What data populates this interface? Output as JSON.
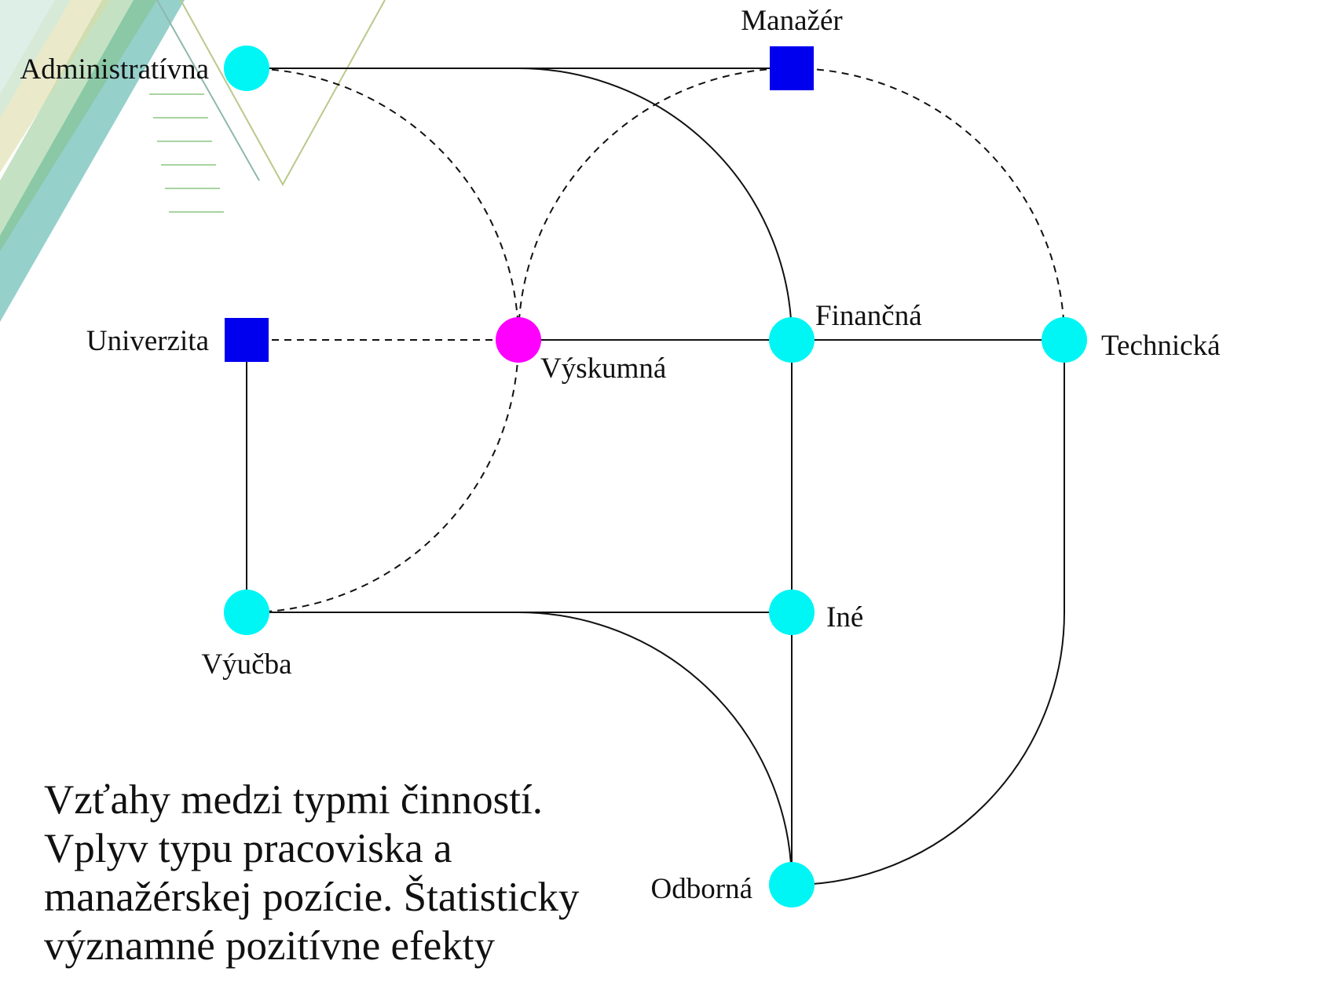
{
  "colors": {
    "activity_node": "#00f5f5",
    "research_node": "#ff00ff",
    "square_node": "#0000ee",
    "edge": "#111111",
    "deco_green": "#7cbf7a",
    "deco_teal": "#3fa9a0",
    "deco_yellow": "#d9d9a0"
  },
  "diagram": {
    "edge_styles": {
      "solid": "solid",
      "dashed": "dashed"
    },
    "nodes": [
      {
        "id": "administrativna",
        "label": "Administratívna",
        "shape": "circle",
        "color_key": "activity_node"
      },
      {
        "id": "manazer",
        "label": "Manažér",
        "shape": "square",
        "color_key": "square_node"
      },
      {
        "id": "univerzita",
        "label": "Univerzita",
        "shape": "square",
        "color_key": "square_node"
      },
      {
        "id": "vyskumna",
        "label": "Výskumná",
        "shape": "circle",
        "color_key": "research_node"
      },
      {
        "id": "financna",
        "label": "Finančná",
        "shape": "circle",
        "color_key": "activity_node"
      },
      {
        "id": "technicka",
        "label": "Technická",
        "shape": "circle",
        "color_key": "activity_node"
      },
      {
        "id": "vyucba",
        "label": "Výučba",
        "shape": "circle",
        "color_key": "activity_node"
      },
      {
        "id": "ine",
        "label": "Iné",
        "shape": "circle",
        "color_key": "activity_node"
      },
      {
        "id": "odborna",
        "label": "Odborná",
        "shape": "circle",
        "color_key": "activity_node"
      }
    ],
    "edges": [
      {
        "from": "administrativna",
        "to": "manazer",
        "style": "solid"
      },
      {
        "from": "administrativna",
        "to": "financna",
        "style": "solid"
      },
      {
        "from": "administrativna",
        "to": "vyskumna",
        "style": "dashed"
      },
      {
        "from": "manazer",
        "to": "vyskumna",
        "style": "dashed"
      },
      {
        "from": "manazer",
        "to": "technicka",
        "style": "dashed"
      },
      {
        "from": "univerzita",
        "to": "vyskumna",
        "style": "dashed"
      },
      {
        "from": "univerzita",
        "to": "vyucba",
        "style": "solid"
      },
      {
        "from": "vyskumna",
        "to": "financna",
        "style": "solid"
      },
      {
        "from": "vyskumna",
        "to": "vyucba",
        "style": "dashed"
      },
      {
        "from": "financna",
        "to": "technicka",
        "style": "solid"
      },
      {
        "from": "financna",
        "to": "ine",
        "style": "solid"
      },
      {
        "from": "technicka",
        "to": "odborna",
        "style": "solid"
      },
      {
        "from": "vyucba",
        "to": "ine",
        "style": "solid"
      },
      {
        "from": "vyucba",
        "to": "odborna",
        "style": "solid"
      },
      {
        "from": "ine",
        "to": "odborna",
        "style": "solid"
      }
    ]
  },
  "caption": {
    "line1": "Vzťahy medzi typmi činností.",
    "line2": "Vplyv typu pracoviska a",
    "line3": "manažérskej pozície. Štatisticky",
    "line4": "významné pozitívne efekty"
  }
}
